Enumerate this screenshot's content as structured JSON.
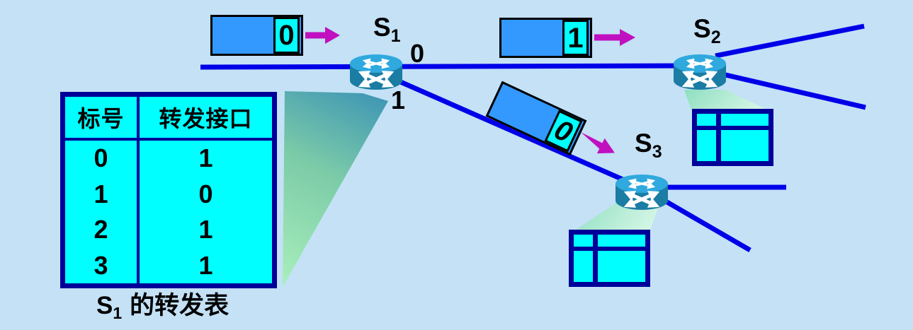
{
  "colors": {
    "background": "#C4E1F6",
    "link_blue": "#0000E8",
    "packet_body_blue": "#3399FF",
    "packet_label_bg": "#00FFFF",
    "arrow_magenta": "#C010C0",
    "table_bg": "#00FFFF",
    "table_border_navy": "#000099",
    "router_body": "#1B7CA4",
    "router_top": "#2FA9DE",
    "cone_teal": "#3E96B4",
    "cone_mint": "#ABF2BC"
  },
  "switches": {
    "s1": {
      "base": "S",
      "sub": "1"
    },
    "s2": {
      "base": "S",
      "sub": "2"
    },
    "s3": {
      "base": "S",
      "sub": "3"
    }
  },
  "ports": {
    "s1_top": "0",
    "s1_bottom": "1"
  },
  "packets": {
    "p1": {
      "label": "0"
    },
    "p2": {
      "label": "1"
    },
    "p3": {
      "label": "0"
    }
  },
  "forwarding_table": {
    "headers": [
      "标号",
      "转发接口"
    ],
    "rows": [
      [
        "0",
        "1"
      ],
      [
        "1",
        "0"
      ],
      [
        "2",
        "1"
      ],
      [
        "3",
        "1"
      ]
    ]
  },
  "caption": {
    "base": "S",
    "sub": "1",
    "text": "的转发表"
  },
  "icons": {
    "router": "switch-crossed-arrows-icon",
    "mini_table": "forwarding-table-icon"
  }
}
